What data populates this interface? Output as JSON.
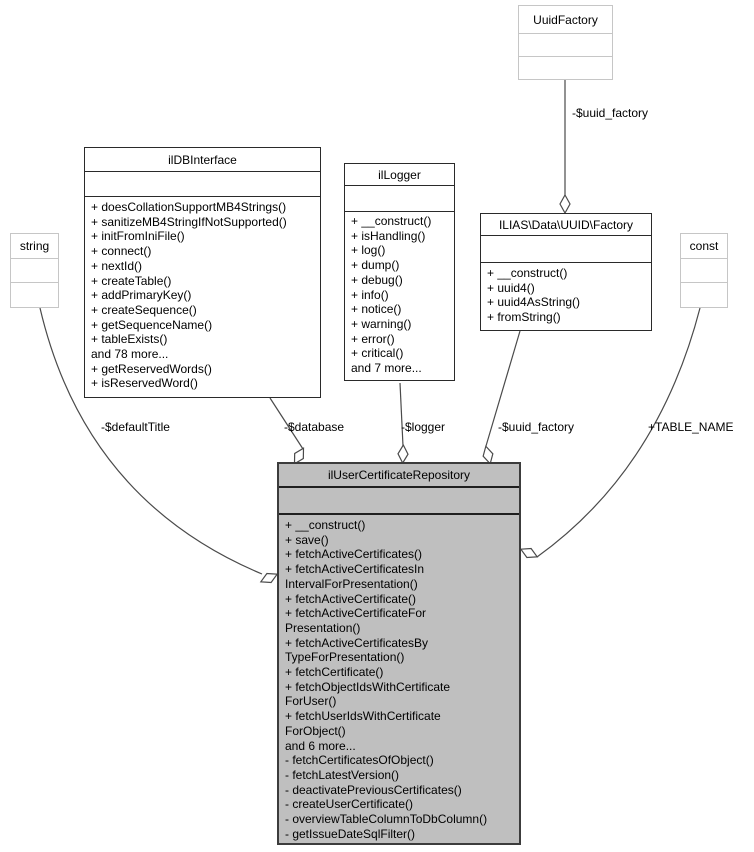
{
  "classes": {
    "uuid_factory": {
      "title": "UuidFactory"
    },
    "il_db_interface": {
      "title": "ilDBInterface",
      "methods": [
        "+ doesCollationSupportMB4Strings()",
        "+ sanitizeMB4StringIfNotSupported()",
        "+ initFromIniFile()",
        "+ connect()",
        "+ nextId()",
        "+ createTable()",
        "+ addPrimaryKey()",
        "+ createSequence()",
        "+ getSequenceName()",
        "+ tableExists()",
        "and 78 more...",
        "+ getReservedWords()",
        "+ isReservedWord()"
      ]
    },
    "il_logger": {
      "title": "ilLogger",
      "methods": [
        "+ __construct()",
        "+ isHandling()",
        "+ log()",
        "+ dump()",
        "+ debug()",
        "+ info()",
        "+ notice()",
        "+ warning()",
        "+ error()",
        "+ critical()",
        "and 7 more..."
      ]
    },
    "ilias_data_uuid_factory": {
      "title": "ILIAS\\Data\\UUID\\Factory",
      "methods": [
        "+ __construct()",
        "+ uuid4()",
        "+ uuid4AsString()",
        "+ fromString()"
      ]
    },
    "string_type": {
      "title": "string"
    },
    "const_type": {
      "title": "const"
    },
    "repository": {
      "title": "ilUserCertificateRepository",
      "methods": [
        "+ __construct()",
        "+ save()",
        "+ fetchActiveCertificates()",
        "+ fetchActiveCertificatesIn",
        "IntervalForPresentation()",
        "+ fetchActiveCertificate()",
        "+ fetchActiveCertificateFor",
        "Presentation()",
        "+ fetchActiveCertificatesBy",
        "TypeForPresentation()",
        "+ fetchCertificate()",
        "+ fetchObjectIdsWithCertificate",
        "ForUser()",
        "+ fetchUserIdsWithCertificate",
        "ForObject()",
        "and 6 more...",
        "- fetchCertificatesOfObject()",
        "- fetchLatestVersion()",
        "- deactivatePreviousCertificates()",
        "- createUserCertificate()",
        "- overviewTableColumnToDbColumn()",
        "- getIssueDateSqlFilter()"
      ]
    }
  },
  "edge_labels": {
    "uuid_factory_top": "-$uuid_factory",
    "default_title": "-$defaultTitle",
    "database": "-$database",
    "logger": "-$logger",
    "uuid_factory_main": "-$uuid_factory",
    "table_name": "+TABLE_NAME"
  },
  "colors": {
    "highlight_fill": "#bfbfbf",
    "edge_color": "#4a4a4a",
    "box_border_dark": "#2a2a2a",
    "box_border_light": "#c6c6c6"
  }
}
